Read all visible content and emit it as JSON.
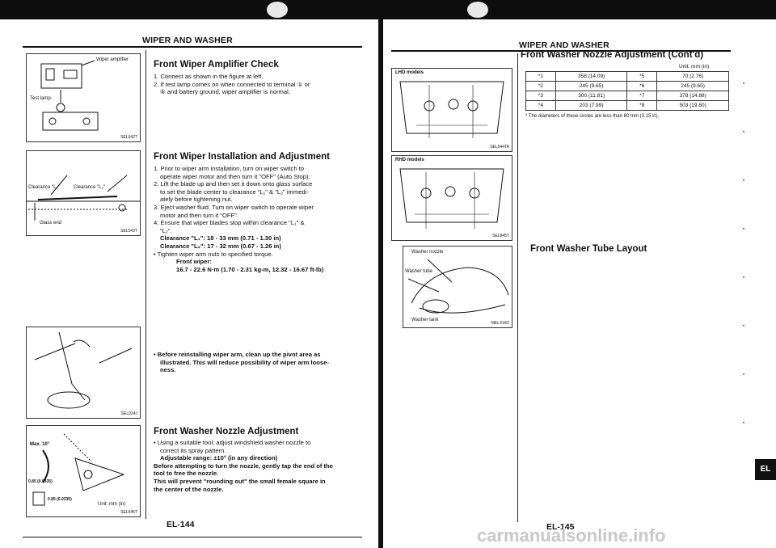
{
  "left": {
    "section_title": "WIPER AND WASHER",
    "amp_check": {
      "heading": "Front Wiper Amplifier Check",
      "steps": [
        "1. Connect as shown in the figure at left.",
        "2. If test lamp comes on when connected to terminal ① or",
        "⑥ and battery ground, wiper amplifier is normal."
      ],
      "fig_labels": [
        "Wiper amplifier",
        "Test lamp"
      ],
      "fig_code": "SEL642T"
    },
    "installation": {
      "heading": "Front Wiper Installation and Adjustment",
      "lines": [
        "1. Prior to wiper arm installation, turn on wiper switch to",
        "operate wiper motor and then turn it \"OFF\" (Auto Stop).",
        "2. Lift the blade up and then set it down onto glass surface",
        "to set the blade center to clearance \"L₁\" & \"L₂\" immedi-",
        "ately before tightening nut.",
        "3. Eject washer fluid. Turn on wiper switch to operate wiper",
        "motor and then turn it \"OFF\".",
        "4. Ensure that wiper blades stop within clearance \"L₁\" &",
        "\"L₂\"."
      ],
      "bold_lines": [
        "Clearance \"L₁\": 18 - 33 mm (0.71 - 1.30 in)",
        "Clearance \"L₂\": 17 - 32 mm (0.67 - 1.26 in)"
      ],
      "bullet": "• Tighten wiper arm nuts to specified torque.",
      "torque_label": "Front wiper:",
      "torque_value": "16.7 - 22.6 N·m (1.70 - 2.31 kg-m, 12.32 - 16.67 ft-lb)",
      "fig_labels": [
        "Clearance \"L₁\"",
        "Clearance \"L₂\"",
        "Glass end"
      ],
      "fig_code": "SEL543T"
    },
    "pivot_note": [
      "• Before reinstalling wiper arm, clean up the pivot area as",
      "illustrated. This will reduce possibility of wiper arm loose-",
      "ness."
    ],
    "pivot_fig_code": "SEL024J",
    "nozzle": {
      "heading": "Front Washer Nozzle Adjustment",
      "lines": [
        "• Using a suitable tool, adjust windshield washer nozzle to",
        "correct its spray pattern."
      ],
      "bold_lines": [
        "Adjustable range: ±10° (in any direction)",
        "Before attempting to turn the nozzle, gently tap the end of the",
        "tool to free the nozzle.",
        "This will prevent \"rounding out\" the small female square in",
        "the center of the nozzle."
      ],
      "fig_labels": [
        "Max. 10°",
        "0.85 (0.0335)",
        "0.85 (0.0335)",
        "Unit: mm (in)"
      ],
      "fig_code": "SEL545T"
    },
    "page_number": "EL-144"
  },
  "right": {
    "section_title": "WIPER AND WASHER",
    "heading": "Front Washer Nozzle Adjustment (Cont'd)",
    "unit": "Unit: mm (in)",
    "table": [
      [
        "*1",
        "358 (14.09)",
        "*5",
        "70 (2.76)"
      ],
      [
        "*2",
        "245 (9.65)",
        "*6",
        "245 (9.65)"
      ],
      [
        "*3",
        "300 (11.81)",
        "*7",
        "378 (14.88)"
      ],
      [
        "*4",
        "203 (7.99)",
        "*8",
        "503 (19.80)"
      ]
    ],
    "table_note": "* The diameters of these circles are less than 80 mm (3.15 in).",
    "lhd_label": "LHD models",
    "lhd_code": "SEL544TA",
    "rhd_label": "RHD models",
    "rhd_code": "SEL845T",
    "tube_heading": "Front Washer Tube Layout",
    "tube_labels": [
      "Washer nozzle",
      "Washer tube",
      "Washer tank"
    ],
    "tube_code": "MEL316D",
    "page_number": "EL-145",
    "tab": "EL"
  },
  "watermark": "carmanualsonline.info"
}
